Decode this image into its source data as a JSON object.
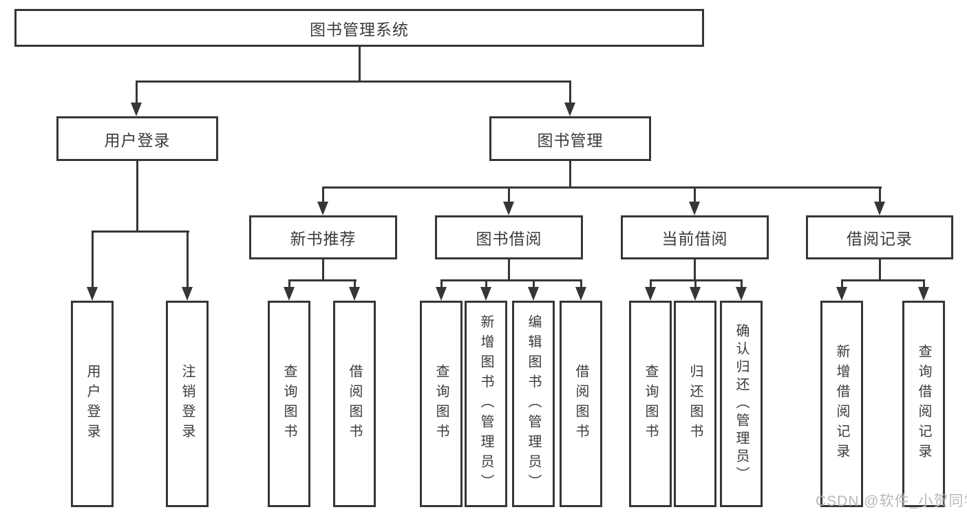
{
  "diagram": {
    "root": {
      "label": "图书管理系统"
    },
    "level2": [
      {
        "id": "user-login",
        "label": "用户登录"
      },
      {
        "id": "book-management",
        "label": "图书管理"
      }
    ],
    "level3": [
      {
        "id": "new-book-recommend",
        "label": "新书推荐"
      },
      {
        "id": "book-borrow",
        "label": "图书借阅"
      },
      {
        "id": "current-borrow",
        "label": "当前借阅"
      },
      {
        "id": "borrow-records",
        "label": "借阅记录"
      }
    ],
    "leaves": {
      "user_login": [
        "用户登录",
        "注销登录"
      ],
      "new_book_recommend": [
        "查询图书",
        "借阅图书"
      ],
      "book_borrow": [
        "查询图书",
        "新增图书（管理员）",
        "编辑图书（管理员）",
        "借阅图书"
      ],
      "current_borrow": [
        "查询图书",
        "归还图书",
        "确认归还（管理员）"
      ],
      "borrow_records": [
        "新增借阅记录",
        "查询借阅记录"
      ]
    }
  },
  "watermark": {
    "text": "CSDN @软件_小贺同学",
    "color": "#b4b9bf"
  },
  "colors": {
    "line": "#363636",
    "text": "#3b3b3b",
    "background": "#ffffff"
  }
}
